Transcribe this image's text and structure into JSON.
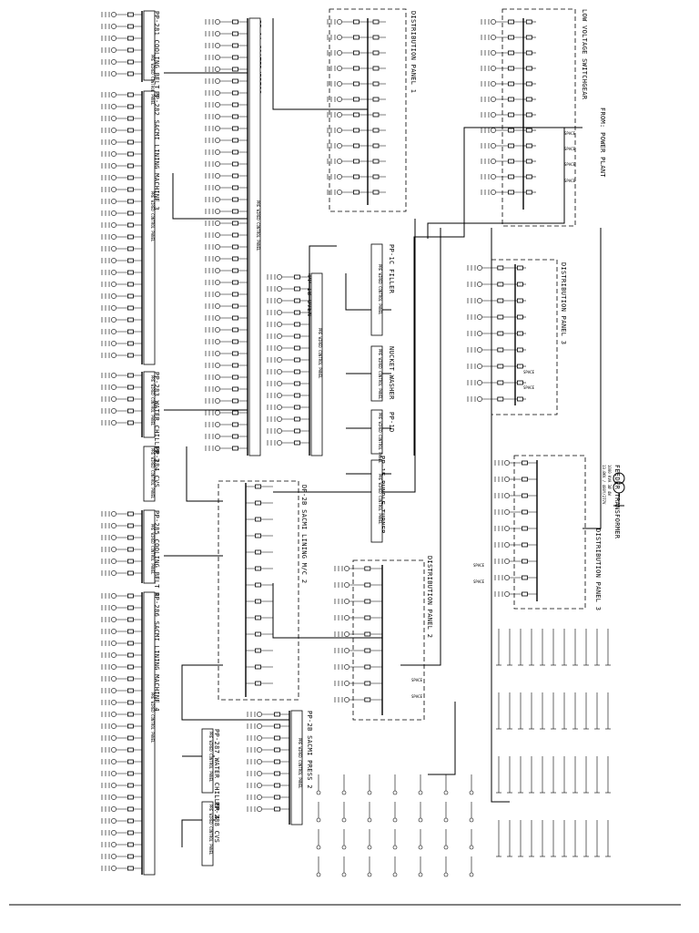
{
  "diagram": {
    "source_label": "FROM: POWER PLANT",
    "switchgear_label": "LOW VOLTAGE SWITCHGEAR",
    "panels": {
      "dp1": "DISTRIBUTION PANEL 1",
      "dp2": "DISTRIBUTION PANEL 2",
      "dp3a": "DISTRIBUTION PANEL 3",
      "dp3b": "DISTRIBUTION PANEL 3",
      "dp2b": "DP-2B SACMI LINING M/C 2"
    },
    "pp": {
      "pp1a": "PP-1A COATER/PRESS",
      "pp1b": "PP-1B OVEN",
      "pp1c": "PP-1C FILLER",
      "pp1d": "PP-1D",
      "pp1e": "PP-1E BUNDLE TURNER",
      "pp2b": "PP-2B SACMI PRESS 2",
      "pp281": "PP-281 COOLING BELT 3",
      "pp282": "PP-282 SACMI LINING MACHINE 3",
      "pp283": "PP-283 WATER CHILLER 3",
      "pp284": "PP-284 CVS",
      "pp285": "PP-285 COOLING BELT 4",
      "pp286": "PP-286 SACMI LINING MACHINE 4",
      "pp287": "PP-287 WATER CHILLER 4",
      "pp288": "PP-288 CVS",
      "nuller": "NUCKET WASHER"
    },
    "control_panel_label": "PRE WIRED CONTROL PANEL",
    "transformer": {
      "title": "FEEDER TRANSFORMER",
      "rating": "1000 KVA  3Ø  4W",
      "spec": "13.8KV / 480Y/277V"
    },
    "spare_label": "SPACE"
  }
}
